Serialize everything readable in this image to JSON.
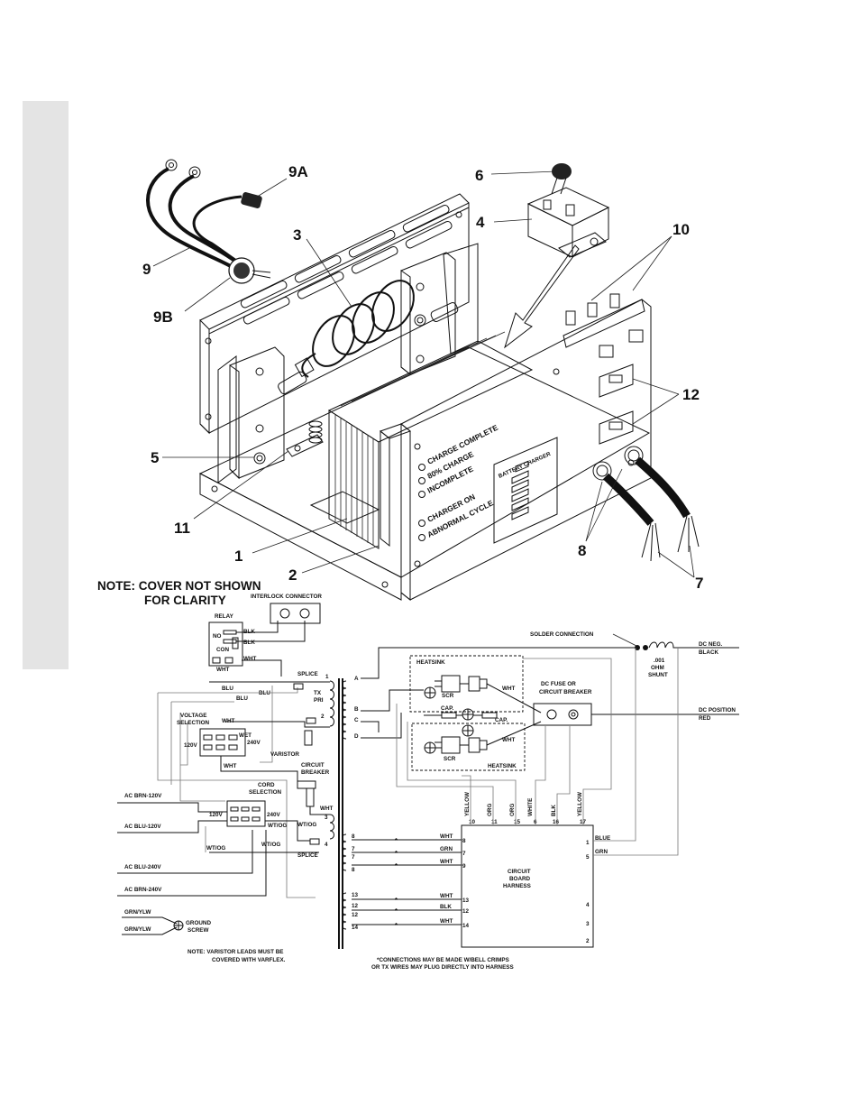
{
  "callouts": {
    "c1": "1",
    "c2": "2",
    "c3": "3",
    "c4": "4",
    "c5": "5",
    "c6": "6",
    "c7": "7",
    "c8": "8",
    "c9": "9",
    "c9a": "9A",
    "c9b": "9B",
    "c10": "10",
    "c11": "11",
    "c12": "12"
  },
  "note": {
    "line1": "NOTE: COVER NOT SHOWN",
    "line2": "FOR CLARITY"
  },
  "panel": {
    "charge_complete": "CHARGE COMPLETE",
    "charge_80": "80% CHARGE",
    "incomplete": "INCOMPLETE",
    "charger_on": "CHARGER ON",
    "abnormal_cycle": "ABNORMAL CYCLE",
    "battery_charger": "BATTERY CHARGER"
  },
  "schematic": {
    "interlock": "INTERLOCK CONNECTOR",
    "relay": "RELAY",
    "no": "NO",
    "con": "CON",
    "blk": "BLK",
    "blu": "BLU",
    "wht": "WHT",
    "grn": "GRN",
    "org": "ORG",
    "yellow": "YELLOW",
    "white": "WHITE",
    "blue": "BLUE",
    "wt_og": "WT/OG",
    "wet": "WET",
    "splice": "SPLICE",
    "tx_pri": "TX",
    "tx_pri2": "PRI",
    "voltage_sel_1": "VOLTAGE",
    "voltage_sel_2": "SELECTION",
    "v120": "120V",
    "v240": "240V",
    "varistor": "VARISTOR",
    "cb1": "CIRCUIT",
    "cb2": "BREAKER",
    "cord1": "CORD",
    "cord2": "SELECTION",
    "ac_brn_120": "AC BRN-120V",
    "ac_blu_120": "AC BLU-120V",
    "ac_blu_240": "AC BLU-240V",
    "ac_brn_240": "AC BRN-240V",
    "grn_ylw": "GRN/YLW",
    "ground1": "GROUND",
    "ground2": "SCREW",
    "varistor_note1": "NOTE: VARISTOR LEADS MUST BE",
    "varistor_note2": "COVERED WITH VARFLEX.",
    "heatsink": "HEATSINK",
    "scr": "SCR",
    "cap": "CAP.",
    "solder": "SOLDER CONNECTION",
    "dc_neg1": "DC NEG.",
    "dc_neg2": "BLACK",
    "shunt1": ".001",
    "shunt2": "OHM",
    "shunt3": "SHUNT",
    "fuse1": "DC FUSE OR",
    "fuse2": "CIRCUIT BREAKER",
    "dc_pos1": "DC POSITION",
    "dc_pos2": "RED",
    "cbh1": "CIRCUIT",
    "cbh2": "BOARD",
    "cbh3": "HARNESS",
    "conn_note1": "*CONNECTIONS MAY BE MADE W/BELL CRIMPS",
    "conn_note2": "OR TX WIRES MAY PLUG DIRECTLY INTO HARNESS",
    "sec_a": "A",
    "sec_b": "B",
    "sec_c": "C",
    "sec_d": "D",
    "star": "*",
    "pins_top": [
      "10",
      "11",
      "15",
      "6",
      "16",
      "17"
    ],
    "pins_left": [
      "8",
      "7",
      "9",
      "13",
      "12",
      "14"
    ],
    "pins_right": [
      "1",
      "5",
      "4",
      "3",
      "2"
    ],
    "tx_left": [
      "8",
      "7",
      "7",
      "8",
      "13",
      "12",
      "12",
      "14"
    ],
    "tx_nums": [
      "1",
      "2",
      "3",
      "4"
    ]
  },
  "colors": {
    "sidebar": "#e4e4e4",
    "ink": "#111111"
  }
}
